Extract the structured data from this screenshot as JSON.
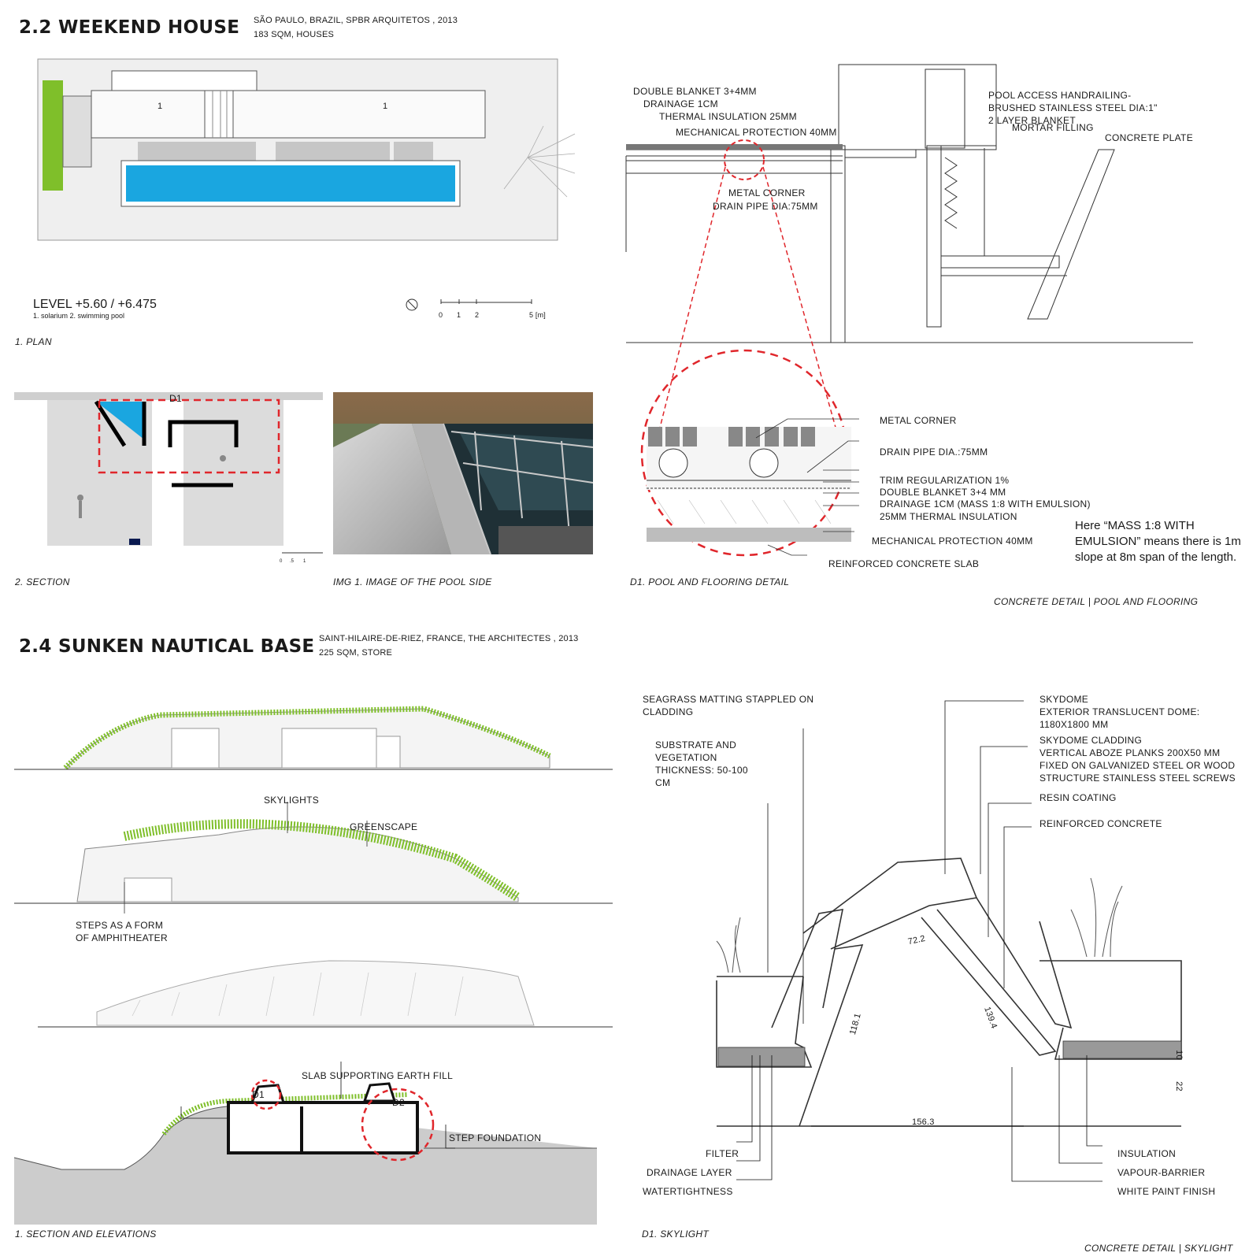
{
  "weekend_house": {
    "title": "2.2 WEEKEND HOUSE",
    "meta_line1": "SÃO PAULO, BRAZIL, SPBR ARQUITETOS , 2013",
    "meta_line2": "183 SQM, HOUSES",
    "plan": {
      "room_number_a": "1",
      "room_number_b": "1",
      "level": "LEVEL +5.60 / +6.475",
      "legend": "1. solarium  2. swimming pool",
      "scale_ticks": [
        "0",
        "1",
        "2",
        "5 [m]"
      ],
      "caption": "1. PLAN"
    },
    "section": {
      "detail_marker": "D1",
      "scale_ticks": [
        "0",
        ".5",
        "1"
      ],
      "caption": "2. SECTION"
    },
    "photo": {
      "caption": "IMG 1. IMAGE OF THE POOL SIDE"
    },
    "detail": {
      "upper_labels": {
        "double_blanket": "DOUBLE BLANKET 3+4MM",
        "drainage": "DRAINAGE 1CM",
        "thermal": "THERMAL INSULATION 25MM",
        "mechanical": "MECHANICAL PROTECTION 40MM",
        "metal_corner": "METAL CORNER",
        "drain_pipe": "DRAIN PIPE DIA:75MM",
        "handrail_1": "POOL ACCESS HANDRAILING-",
        "handrail_2": "BRUSHED STAINLESS STEEL DIA:1\"",
        "two_layer": "2 LAYER BLANKET",
        "mortar": "MORTAR FILLING",
        "concrete_plate": "CONCRETE PLATE"
      },
      "zoom_labels": {
        "metal_corner": "METAL CORNER",
        "drain_pipe": "DRAIN PIPE DIA.:75MM",
        "trim": "TRIM REGULARIZATION 1%",
        "double_blanket": "DOUBLE BLANKET 3+4 MM",
        "drainage": "DRAINAGE 1CM (MASS 1:8 WITH EMULSION)",
        "thermal": "25MM THERMAL INSULATION",
        "mechanical": "MECHANICAL PROTECTION 40MM",
        "slab": "REINFORCED CONCRETE SLAB"
      },
      "note": "Here “MASS 1:8 WITH EMULSION” means there is 1m slope at 8m span of the length.",
      "caption": "D1. POOL AND FLOORING DETAIL",
      "footer": "CONCRETE DETAIL | POOL AND FLOORING"
    }
  },
  "nautical_base": {
    "title": "2.4 SUNKEN NAUTICAL BASE",
    "meta_line1": "SAINT-HILAIRE-DE-RIEZ, FRANCE, THE ARCHITECTES , 2013",
    "meta_line2": "225 SQM, STORE",
    "elevation_labels": {
      "skylights": "SKYLIGHTS",
      "greenscape": "GREENSCAPE",
      "steps_1": "STEPS AS A FORM",
      "steps_2": "OF AMPHITHEATER"
    },
    "section_labels": {
      "slab": "SLAB SUPPORTING EARTH FILL",
      "d1": "D1",
      "d2": "D2",
      "step_foundation": "STEP FOUNDATION"
    },
    "caption": "1. SECTION AND ELEVATIONS",
    "skylight": {
      "seagrass_1": "SEAGRASS MATTING STAPPLED ON",
      "seagrass_2": "CLADDING",
      "substrate_1": "SUBSTRATE AND",
      "substrate_2": "VEGETATION",
      "substrate_3": "THICKNESS: 50-100",
      "substrate_4": "CM",
      "skydome_1": "SKYDOME",
      "skydome_2": "EXTERIOR TRANSLUCENT DOME:",
      "skydome_3": "1180X1800 MM",
      "cladding_1": "SKYDOME CLADDING",
      "cladding_2": "VERTICAL ABOZE PLANKS 200X50 MM",
      "cladding_3": "FIXED ON GALVANIZED STEEL OR WOOD",
      "cladding_4": "STRUCTURE STAINLESS STEEL SCREWS",
      "resin": "RESIN COATING",
      "reinforced": "REINFORCED CONCRETE",
      "filter": "FILTER",
      "drainage": "DRAINAGE LAYER",
      "watertight": "WATERTIGHTNESS",
      "insulation": "INSULATION",
      "vapour": "VAPOUR-BARRIER",
      "white_paint": "WHITE PAINT FINISH",
      "dim_top": "72.2",
      "dim_left": "118.1",
      "dim_right": "139.4",
      "dim_bottom": "156.3",
      "dim_edge_a": "10",
      "dim_edge_b": "22"
    },
    "skylight_caption": "D1. SKYLIGHT",
    "footer": "CONCRETE DETAIL | SKYLIGHT"
  },
  "colors": {
    "pool": "#1aa6e0",
    "green": "#7fbf2a",
    "red_dash": "#e0262b",
    "grey": "#cfcfcf"
  }
}
